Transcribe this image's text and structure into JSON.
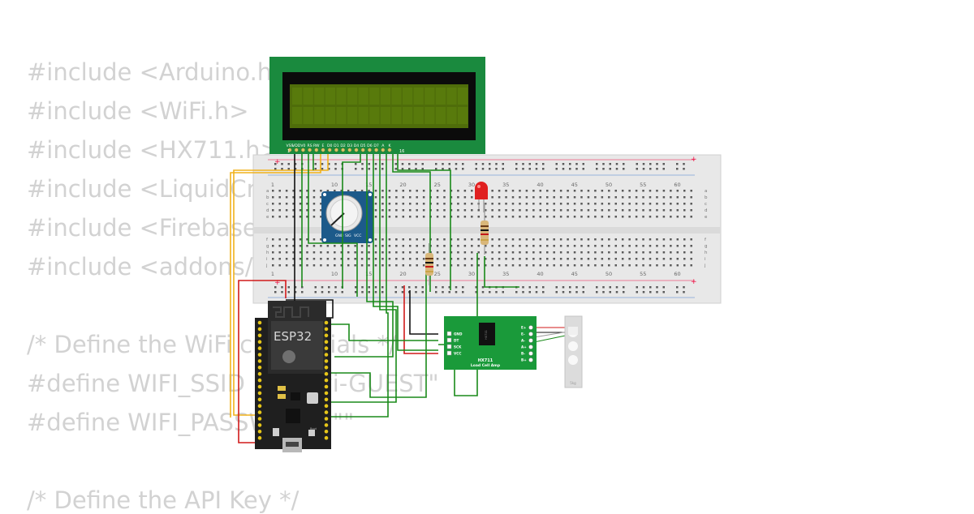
{
  "code_lines": [
    "#include <Arduino.h>",
    "#include <WiFi.h>",
    "#include <HX711.h>",
    "#include <LiquidCrystal_I2C.h>",
    "#include <Firebase_ESP_Client.h>",
    "#include <addons/TokenHelper.h>",
    "",
    "/* Define the WiFi credentials */",
    "#define WIFI_SSID \"Wokwi-GUEST\"",
    "#define WIFI_PASSWORD \"\"",
    "",
    "/* Define the API Key */"
  ],
  "lcd": {
    "pin_labels": [
      "VSS",
      "VDD",
      "V0",
      "RS",
      "RW",
      "E",
      "D0",
      "D1",
      "D2",
      "D3",
      "D4",
      "D5",
      "D6",
      "D7",
      "A",
      "K"
    ],
    "pin_start": "1",
    "pin_end": "16",
    "colors": {
      "board": "#1a8a3e",
      "screen": "#4f6d0a",
      "bezel": "#0b0b0b"
    }
  },
  "breadboard": {
    "column_numbers": [
      "1",
      "10",
      "15",
      "20",
      "25",
      "30",
      "35",
      "40",
      "45",
      "50",
      "55",
      "60"
    ],
    "row_letters_top": [
      "a",
      "b",
      "c",
      "d",
      "e"
    ],
    "row_letters_bottom": [
      "f",
      "g",
      "h",
      "i",
      "j"
    ],
    "rail_plus": "+",
    "rail_minus": "−"
  },
  "esp32": {
    "label": "ESP32",
    "button_boot": "Boot",
    "colors": {
      "pcb": "#1f1f1f",
      "module": "#2b2b2b",
      "pins": "#e6c619"
    }
  },
  "hx711": {
    "pins_left": [
      "GND",
      "DT",
      "SCK",
      "VCC"
    ],
    "pins_right": [
      "E+",
      "E-",
      "A-",
      "A+",
      "B-",
      "B+"
    ],
    "title": "HX711",
    "subtitle": "Load Cell Amp",
    "chip_label": "HX711",
    "color": "#1a9a3a"
  },
  "potentiometer": {
    "pins": [
      "GND",
      "SIG",
      "VCC"
    ],
    "color": "#1c5a8a"
  },
  "load_cell": {
    "label": "5kg"
  },
  "wire_colors": {
    "green": "#1a8a1a",
    "black": "#111111",
    "red": "#d11a1a",
    "yellow": "#f1b21c"
  },
  "led": {
    "color": "#e02020"
  }
}
